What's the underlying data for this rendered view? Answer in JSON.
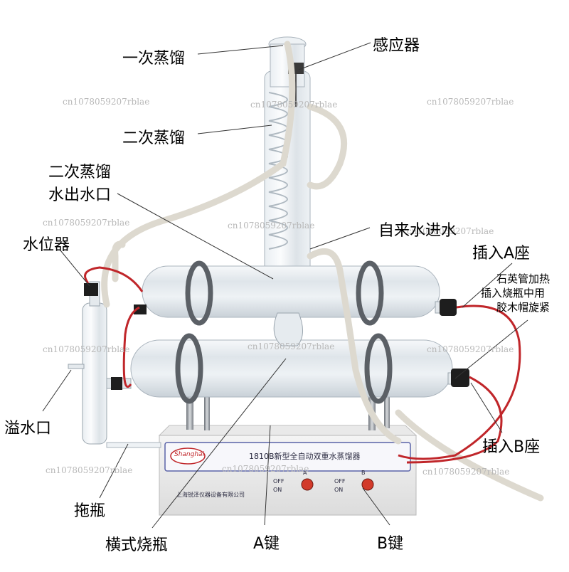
{
  "labels": {
    "primary_distillation": "一次蒸馏",
    "sensor": "感应器",
    "secondary_distillation": "二次蒸馏",
    "secondary_outlet_line1": "二次蒸馏",
    "secondary_outlet_line2": "水出水口",
    "tap_water_inlet": "自来水进水",
    "water_level": "水位器",
    "socket_a": "插入A座",
    "quartz_line1": "石英管加热",
    "quartz_line2": "插入烧瓶中用",
    "quartz_line3": "胶木帽旋紧",
    "overflow": "溢水口",
    "socket_b": "插入B座",
    "tray_bottle": "拖瓶",
    "horizontal_flask": "横式烧瓶",
    "key_a": "A键",
    "key_b": "B键"
  },
  "panel": {
    "brand": "Shanghai",
    "model": "1810B新型全自动双重水蒸馏器",
    "maker": "上海锐泽仪器设备有限公司",
    "switch_a_letter": "A",
    "switch_b_letter": "B",
    "off_label": "OFF",
    "on_label": "ON"
  },
  "watermark": "cn1078059207rblae",
  "colors": {
    "glass": "#dfe6ec",
    "metal": "#8a8f96",
    "cable_red": "#c0262a",
    "cable_white": "#e8e5de",
    "panel_border": "#5a63a8",
    "knob": "#d23a2a"
  }
}
